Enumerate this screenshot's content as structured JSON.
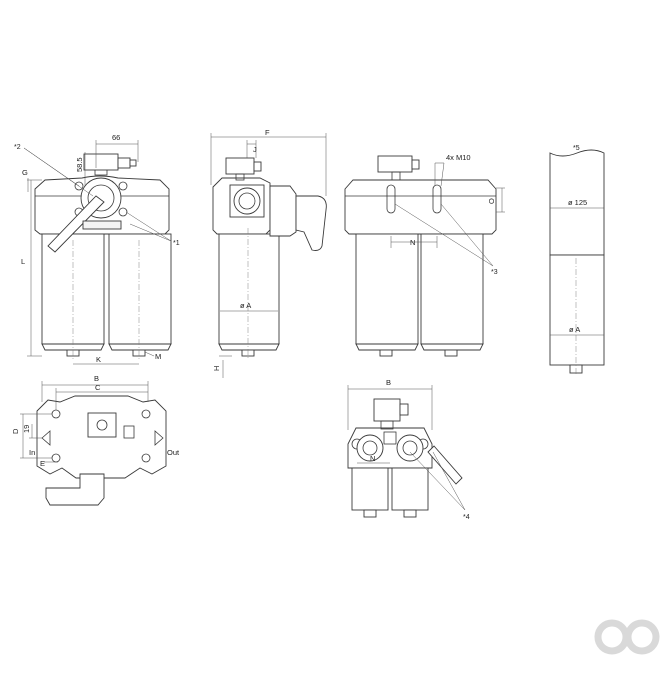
{
  "labels": {
    "n66": "66",
    "n58_5": "58.5",
    "ref2": "*2",
    "ref1": "*1",
    "G": "G",
    "L": "L",
    "K": "K",
    "M": "M",
    "F": "F",
    "J": "J",
    "phiA_side": "ø A",
    "H": "H",
    "x4M10": "4x M10",
    "O": "O",
    "N_right": "N",
    "ref3": "*3",
    "ref5": "*5",
    "phi125": "ø 125",
    "phiA_far": "ø A",
    "B_top": "B",
    "C": "C",
    "D": "D",
    "n19": "19",
    "In": "In",
    "E": "E",
    "Out": "Out",
    "B_bottom": "B",
    "N_bottom": "N",
    "ref4": "*4"
  },
  "colors": {
    "line": "#3a3a3a",
    "logo": "#d9d9d9"
  },
  "logo": {
    "name": "brand-logo"
  }
}
